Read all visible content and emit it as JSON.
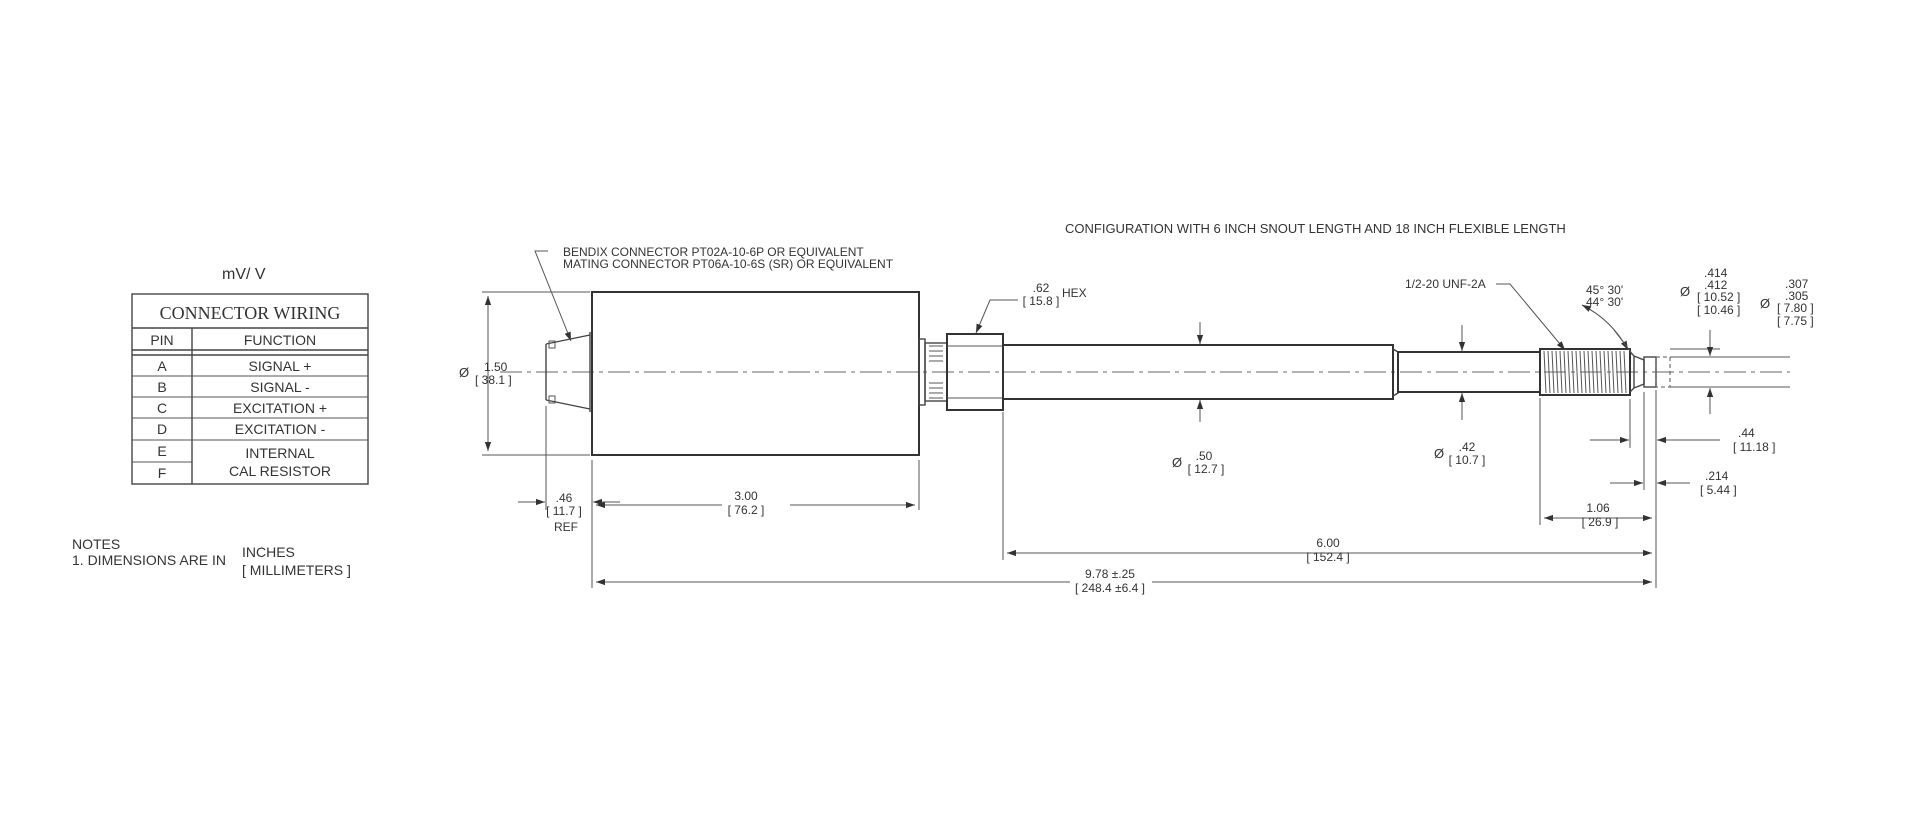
{
  "header": {
    "configuration": "CONFIGURATION WITH 6 INCH SNOUT LENGTH AND 18 INCH FLEXIBLE LENGTH",
    "output_type": "mV/ V"
  },
  "connector_note": {
    "line1": "BENDIX CONNECTOR  PT02A-10-6P OR EQUIVALENT",
    "line2": "MATING CONNECTOR  PT06A-10-6S (SR) OR EQUIVALENT"
  },
  "wiring_table": {
    "title": "CONNECTOR WIRING",
    "col_pin": "PIN",
    "col_function": "FUNCTION",
    "rows": [
      {
        "pin": "A",
        "function": "SIGNAL +"
      },
      {
        "pin": "B",
        "function": "SIGNAL -"
      },
      {
        "pin": "C",
        "function": "EXCITATION +"
      },
      {
        "pin": "D",
        "function": "EXCITATION -"
      },
      {
        "pin": "E",
        "function": "INTERNAL"
      },
      {
        "pin": "F",
        "function": "CAL RESISTOR"
      }
    ]
  },
  "notes": {
    "heading": "NOTES",
    "item1": "1. DIMENSIONS ARE IN",
    "unit1": "INCHES",
    "unit2": "[ MILLIMETERS ]"
  },
  "dimensions": {
    "diam_symbol": "Ø",
    "body_diameter": {
      "in": "1.50",
      "mm": "[ 38.1 ]"
    },
    "connector_length": {
      "in": ".46",
      "mm": "[ 11.7 ]",
      "ref": "REF"
    },
    "body_length": {
      "in": "3.00",
      "mm": "[ 76.2 ]"
    },
    "hex": {
      "in": ".62",
      "mm": "[ 15.8 ]",
      "label": "HEX"
    },
    "snout_diameter": {
      "in": ".50",
      "mm": "[ 12.7 ]"
    },
    "step_diameter": {
      "in": ".42",
      "mm": "[ 10.7 ]"
    },
    "thread": "1/2-20 UNF-2A",
    "angle_max": "45° 30'",
    "angle_min": "44° 30'",
    "thread_diameter": {
      "in_max": ".414",
      "in_min": ".412",
      "mm_max": "[ 10.52 ]",
      "mm_min": "[ 10.46 ]"
    },
    "tip_diameter": {
      "in_max": ".307",
      "in_min": ".305",
      "mm_max": "[ 7.80 ]",
      "mm_min": "[ 7.75 ]"
    },
    "tip_length": {
      "in": ".44",
      "mm": "[ 11.18 ]"
    },
    "tip_step": {
      "in": ".214",
      "mm": "[ 5.44 ]"
    },
    "thread_length": {
      "in": "1.06",
      "mm": "[ 26.9 ]"
    },
    "snout_length": {
      "in": "6.00",
      "mm": "[ 152.4 ]"
    },
    "overall_length": {
      "in": "9.78 ±.25",
      "mm": "[ 248.4 ±6.4 ]"
    }
  }
}
